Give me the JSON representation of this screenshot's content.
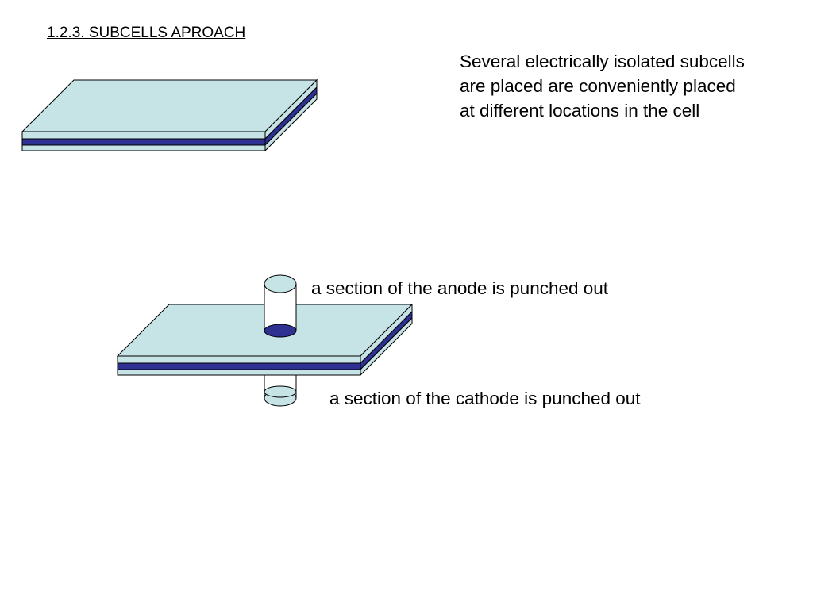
{
  "slide": {
    "title": "1.2.3. SUBCELLS APROACH",
    "description_lines": [
      "Several electrically isolated subcells",
      "are placed are conveniently placed",
      "at different locations in the cell"
    ],
    "anode_label": "a section of the anode is punched out",
    "cathode_label": "a section of the cathode is punched out"
  },
  "colors": {
    "electrode_light": "#c6e4e6",
    "separator_dark": "#2e3192",
    "outline": "#000000",
    "background": "#ffffff"
  }
}
